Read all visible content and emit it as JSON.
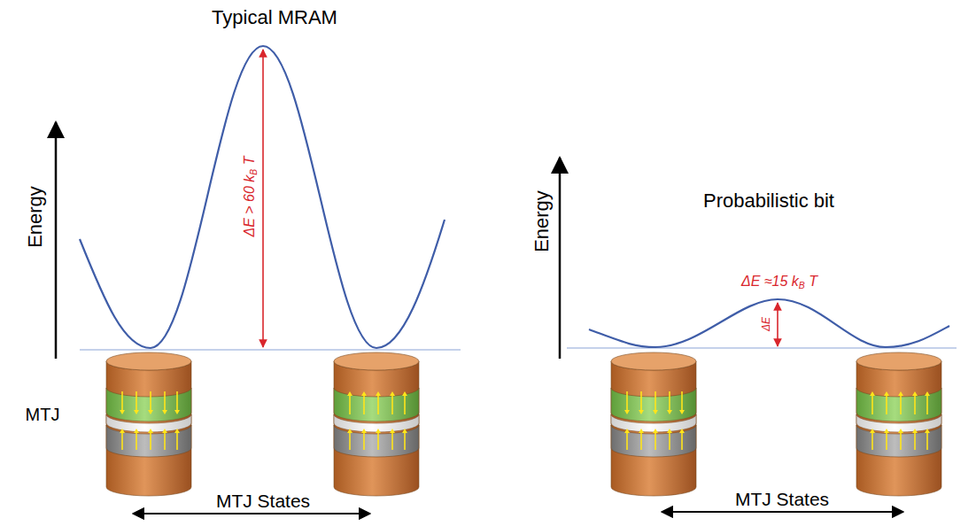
{
  "diagram": {
    "labels": [
      "Typical MRAM",
      "Energy",
      "ΔE > 60 kB T",
      "MTJ",
      "MTJ States",
      "Probabilistic bit",
      "Energy",
      "ΔE ≈15 kB T",
      "ΔE",
      "MTJ States"
    ]
  }
}
